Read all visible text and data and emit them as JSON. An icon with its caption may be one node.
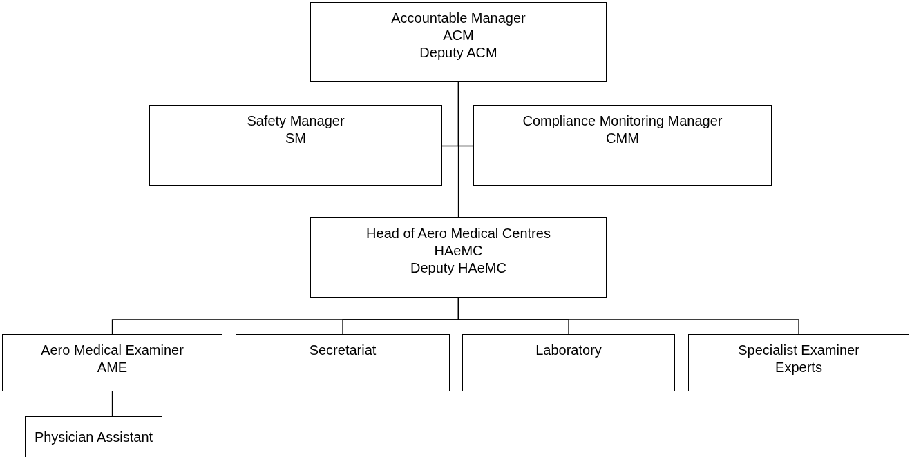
{
  "diagram": {
    "nodes": [
      {
        "text": [
          "Accountable Manager",
          "ACM",
          "Deputy ACM"
        ]
      },
      {
        "text": [
          "Safety Manager",
          "SM"
        ]
      },
      {
        "text": [
          "Compliance Monitoring Manager",
          "CMM"
        ]
      },
      {
        "text": [
          "Head of Aero Medical Centres",
          "HAeMC",
          "Deputy HAeMC"
        ]
      },
      {
        "text": [
          "Aero Medical Examiner",
          "AME"
        ]
      },
      {
        "text": [
          "Secretariat"
        ]
      },
      {
        "text": [
          "Laboratory"
        ]
      },
      {
        "text": [
          "Specialist Examiner",
          "Experts"
        ]
      },
      {
        "text": [
          "Physician Assistant"
        ]
      }
    ],
    "edges": [
      {
        "from": 0,
        "to": 1,
        "arrow": "none"
      },
      {
        "from": 0,
        "to": 2,
        "arrow": "none"
      },
      {
        "from": 0,
        "to": 3,
        "arrow": "none"
      },
      {
        "from": 3,
        "to": 4,
        "arrow": "none"
      },
      {
        "from": 3,
        "to": 5,
        "arrow": "none"
      },
      {
        "from": 3,
        "to": 6,
        "arrow": "none"
      },
      {
        "from": 3,
        "to": 7,
        "arrow": "none"
      },
      {
        "from": 4,
        "to": 8,
        "arrow": "none"
      }
    ]
  }
}
